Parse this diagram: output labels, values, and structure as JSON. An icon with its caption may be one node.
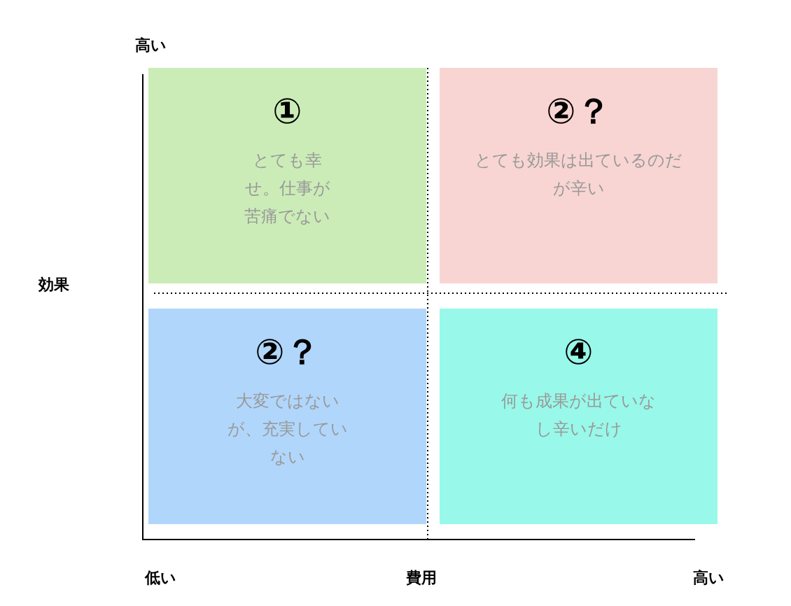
{
  "diagram": {
    "nodes": [
      {
        "text": [
          "①",
          "とても幸せ。仕事が苦痛でない"
        ]
      },
      {
        "text": [
          "②？",
          "とても効果は出ているのだが辛い"
        ]
      },
      {
        "text": [
          "②？",
          "大変ではないが、充実していない"
        ]
      },
      {
        "text": [
          "④",
          "何も成果が出ていなし辛いだけ"
        ]
      }
    ],
    "edges": [],
    "labels": [
      "高い",
      "効果",
      "低い",
      "費用",
      "高い"
    ]
  }
}
